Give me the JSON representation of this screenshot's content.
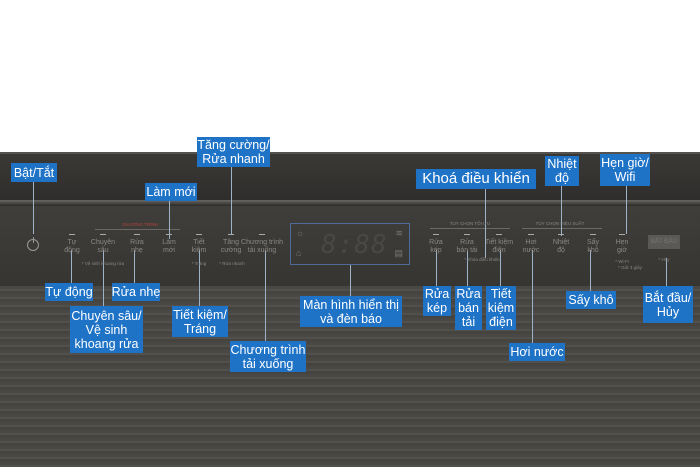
{
  "panel": {
    "headers": {
      "program": "CHƯƠNG TRÌNH",
      "optimal": "TÙY CHỌN TỐI ƯU",
      "performance": "TÙY CHỌN HIỆU SUẤT"
    },
    "buttons": [
      "Tự\nđộng",
      "Chuyên\nsâu",
      "Rửa\nnhẹ",
      "Làm\nmới",
      "Tiết\nkiệm",
      "Tăng\ncường",
      "Chương trình\ntải xuống",
      "Rửa\nkép",
      "Rửa\nbán tải",
      "Tiết kiệm\nđiện",
      "Hơi\nnước",
      "Nhiệt\nđộ",
      "Sấy\nkhô",
      "Hẹn\ngiờ"
    ],
    "notes": {
      "clean": "* Vệ sinh khoang rửa",
      "rinse": "* Tráng",
      "quick": "* Rửa nhanh",
      "lock": "* Khóa điều khiển",
      "wifi": "* Wi-Fi",
      "hold": "* Giữ 3 giây",
      "cancel": "* Hủy"
    },
    "display": "8:88",
    "start": "BẮT ĐẦU"
  },
  "callouts": {
    "power": "Bật/Tắt",
    "refresh": "Làm mới",
    "boost": "Tăng cường/\nRửa nhanh",
    "auto": "Tự động",
    "light": "Rửa nhẹ",
    "intensive": "Chuyên sâu/\nVệ sinh\nkhoang rửa",
    "eco": "Tiết kiệm/\nTráng",
    "download": "Chương trình\ntải xuống",
    "display": "Màn hình hiển thị\nvà đèn báo",
    "lock": "Khoá điều khiển",
    "temp": "Nhiệt\nđộ",
    "timer": "Hẹn giờ/\nWifi",
    "dual": "Rửa\nkép",
    "half": "Rửa\nbán\ntải",
    "energy": "Tiết\nkiệm\nđiện",
    "steam": "Hơi nước",
    "dry": "Sấy khô",
    "start": "Bắt đầu/\nHủy"
  }
}
